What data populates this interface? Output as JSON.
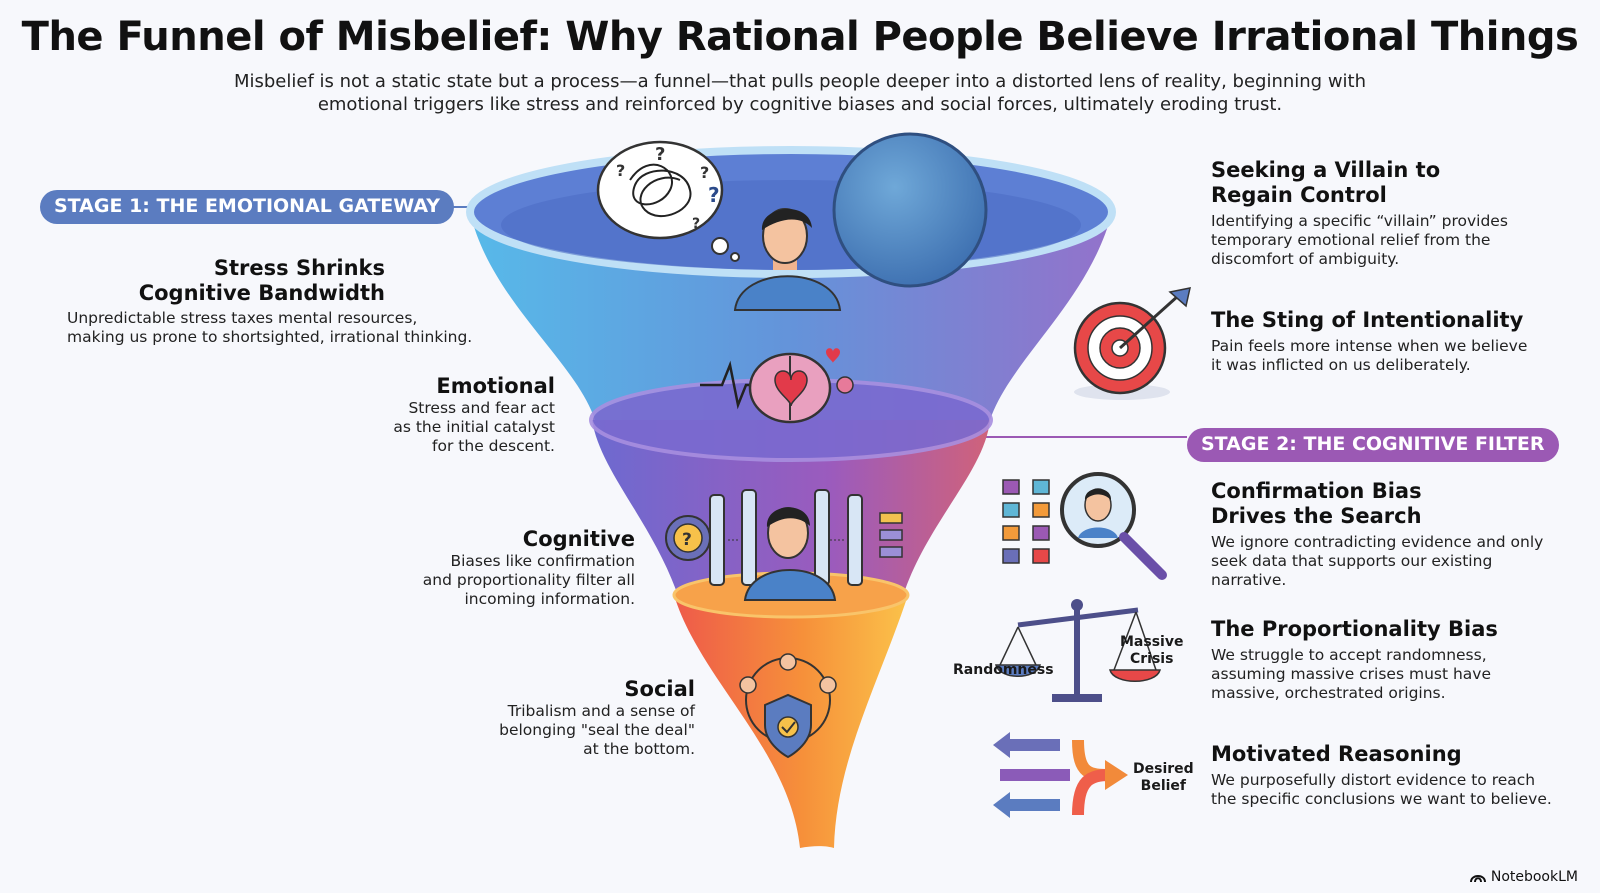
{
  "title": "The Funnel of Misbelief: Why Rational People Believe Irrational Things",
  "subtitle": "Misbelief is not a static state but a process—a funnel—that pulls people deeper into a distorted lens of reality, beginning with emotional triggers like stress and reinforced by cognitive biases and social forces, ultimately eroding trust.",
  "stage1": {
    "label": "STAGE 1: THE EMOTIONAL GATEWAY"
  },
  "stage2": {
    "label": "STAGE 2: THE COGNITIVE FILTER"
  },
  "left": {
    "stress": {
      "title_1": "Stress Shrinks",
      "title_2": "Cognitive Bandwidth",
      "desc_1": "Unpredictable stress taxes mental resources,",
      "desc_2": "making us prone to shortsighted, irrational thinking."
    },
    "emotional": {
      "title": "Emotional",
      "desc_1": "Stress and fear act",
      "desc_2": "as the initial catalyst",
      "desc_3": "for the descent."
    },
    "cognitive": {
      "title": "Cognitive",
      "desc_1": "Biases like confirmation",
      "desc_2": "and proportionality filter all",
      "desc_3": "incoming information."
    },
    "social": {
      "title": "Social",
      "desc_1": "Tribalism and a sense of",
      "desc_2": "belonging \"seal the deal\"",
      "desc_3": "at the bottom."
    }
  },
  "right": {
    "villain": {
      "title_1": "Seeking a Villain to",
      "title_2": "Regain Control",
      "desc_1": "Identifying a specific “villain” provides",
      "desc_2": "temporary emotional relief from the",
      "desc_3": "discomfort of ambiguity."
    },
    "sting": {
      "title": "The Sting of Intentionality",
      "desc_1": "Pain feels more intense when we believe",
      "desc_2": "it was inflicted on us deliberately."
    },
    "confirmation": {
      "title_1": "Confirmation Bias",
      "title_2": "Drives the Search",
      "desc_1": "We ignore contradicting evidence and only",
      "desc_2": "seek data that supports our existing",
      "desc_3": "narrative."
    },
    "proportionality": {
      "title": "The Proportionality Bias",
      "desc_1": "We struggle to accept randomness,",
      "desc_2": "assuming massive crises must have",
      "desc_3": "massive, orchestrated origins."
    },
    "motivated": {
      "title": "Motivated Reasoning",
      "desc_1": "We purposefully distort evidence to reach",
      "desc_2": "the specific conclusions we want to believe."
    }
  },
  "icon_labels": {
    "randomness": "Randomness",
    "massive_1": "Massive",
    "massive_2": "Crisis",
    "desired_1": "Desired",
    "desired_2": "Belief"
  },
  "brand": "NotebookLM",
  "colors": {
    "stage1": "#5b7cc0",
    "stage2": "#9b59b4",
    "funnel_top": "#5aa0e0",
    "funnel_mid": "#8c5bbd",
    "funnel_bottom": "#f59a30"
  }
}
